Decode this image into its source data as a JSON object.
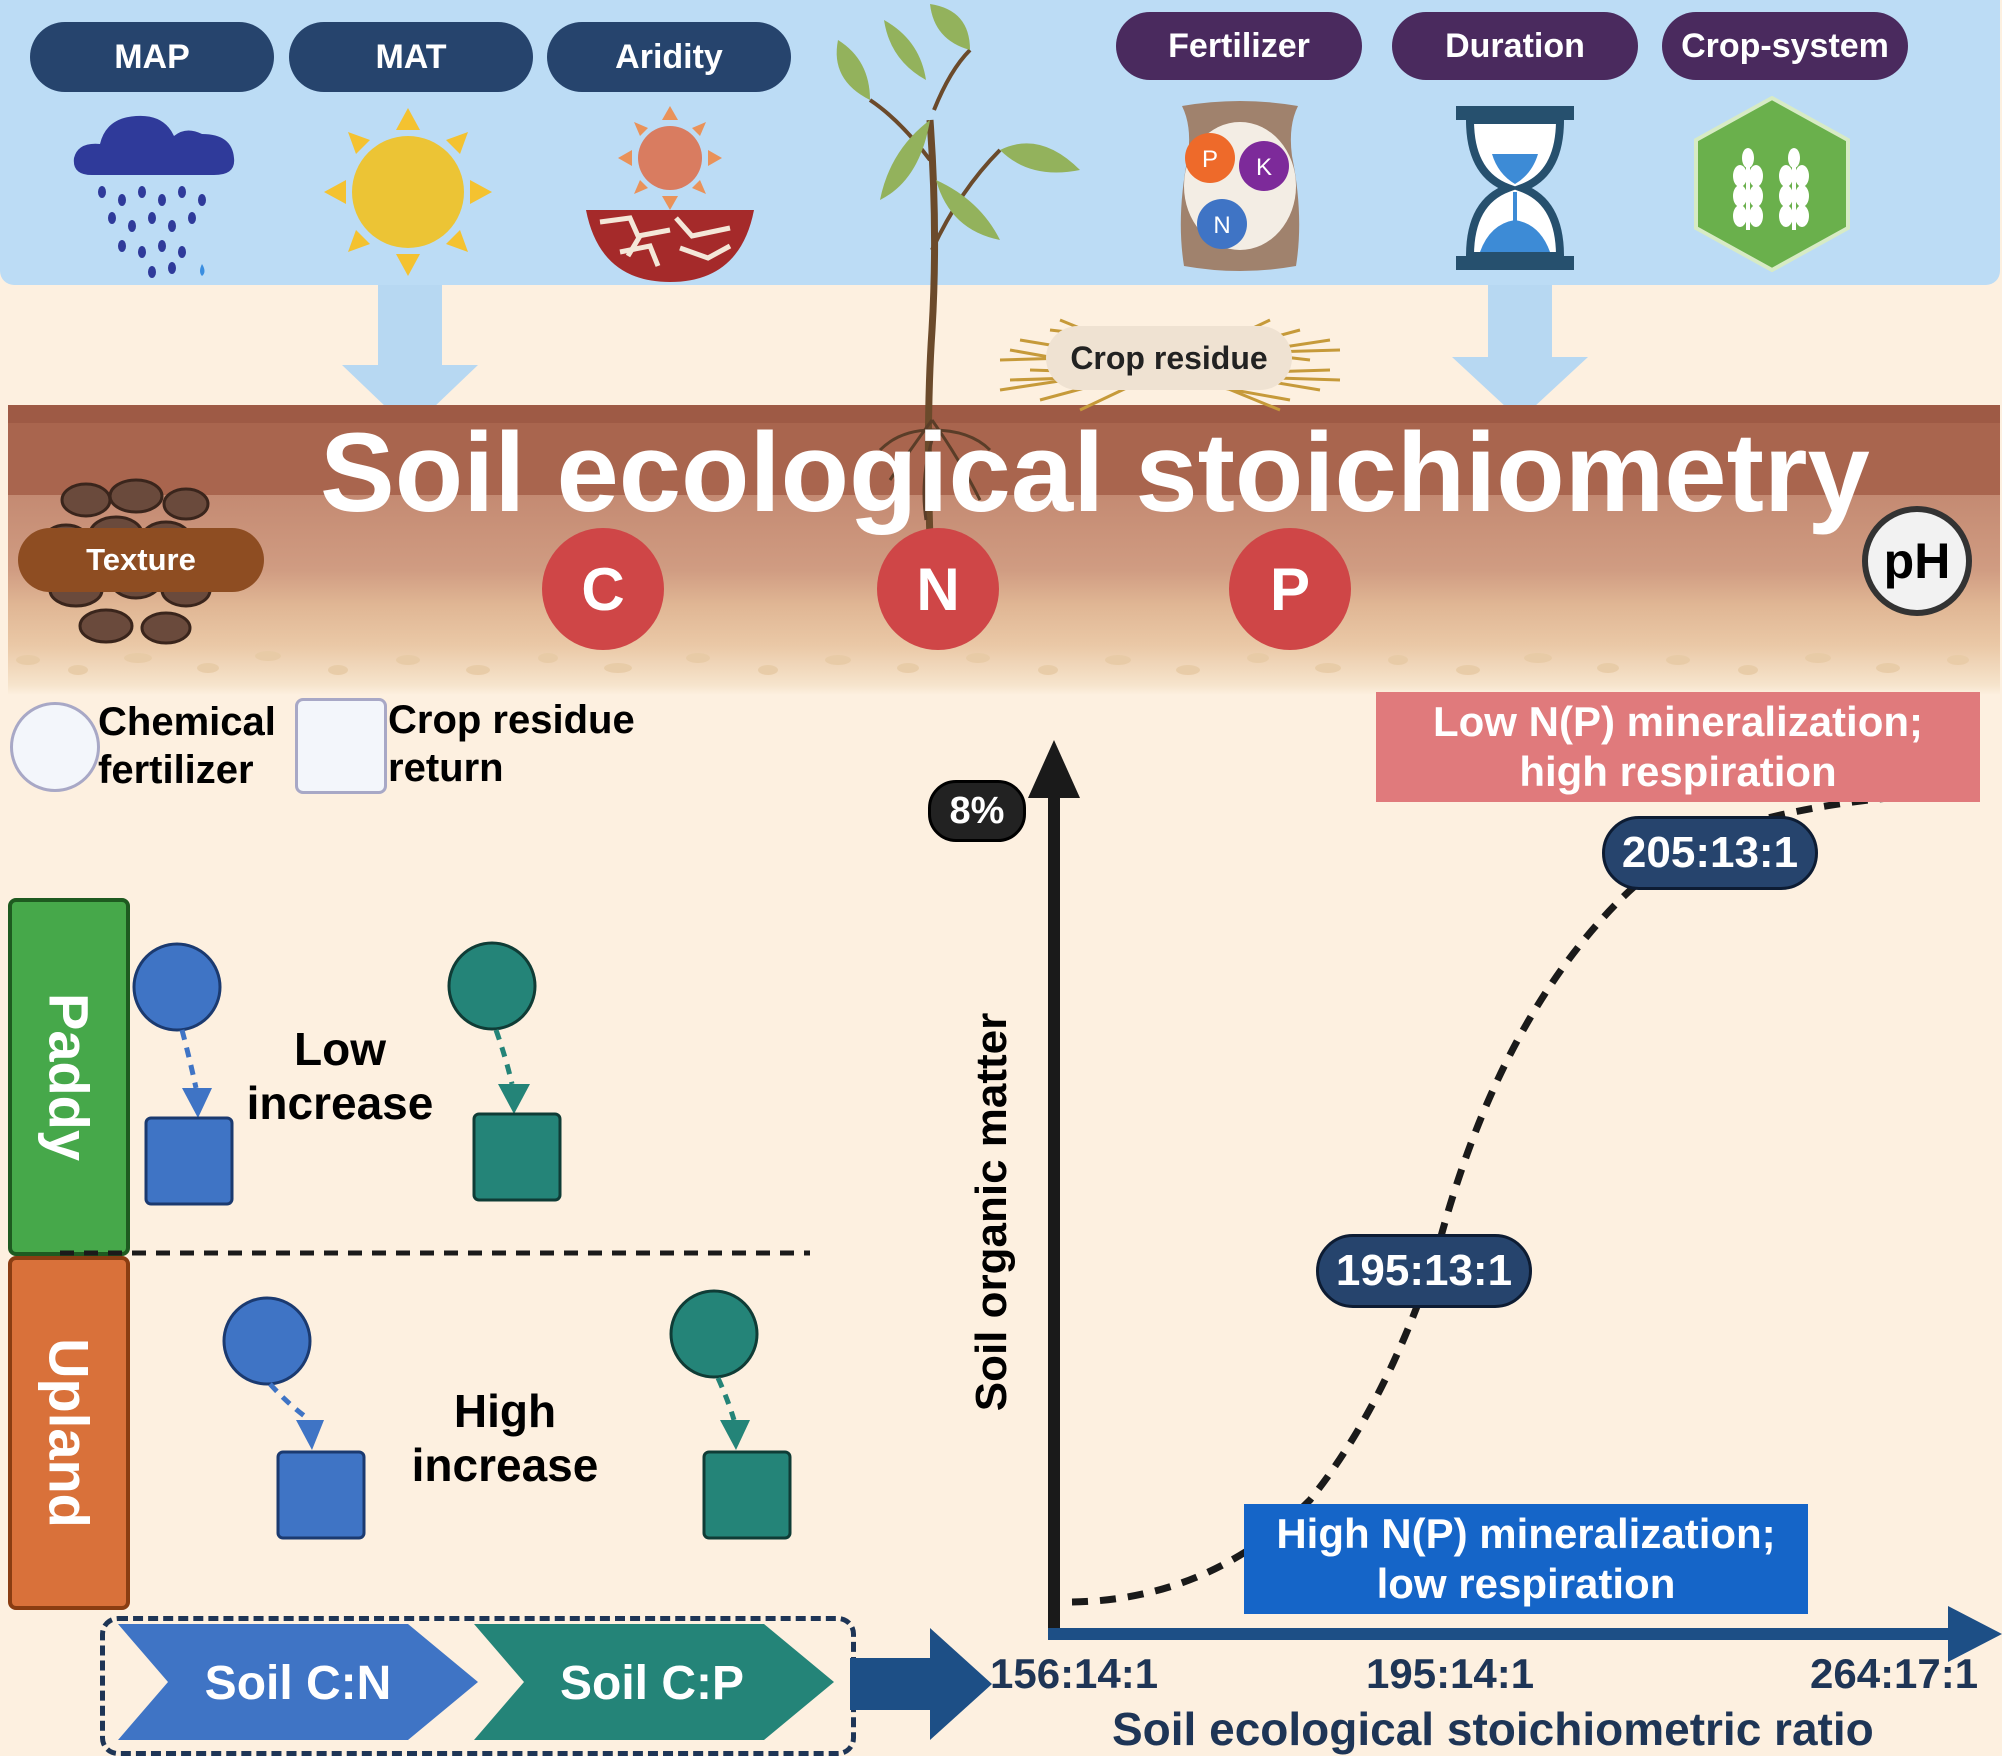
{
  "climate_factors": [
    "MAP",
    "MAT",
    "Aridity"
  ],
  "management_factors": [
    "Fertilizer",
    "Duration",
    "Crop-system"
  ],
  "fertilizer_nutrients": [
    "P",
    "K",
    "N"
  ],
  "crop_residue_label": "Crop residue",
  "main_title": "Soil ecological stoichiometry",
  "texture_label": "Texture",
  "elements": [
    "C",
    "N",
    "P"
  ],
  "ph_label": "pH",
  "legend": {
    "chemical_fertilizer": [
      "Chemical",
      "fertilizer"
    ],
    "crop_residue_return": [
      "Crop residue",
      "return"
    ]
  },
  "paddy": {
    "label": "Paddy",
    "effect": [
      "Low",
      "increase"
    ]
  },
  "upland": {
    "label": "Upland",
    "effect": [
      "High",
      "increase"
    ]
  },
  "ratio_arrows": [
    "Soil C:N",
    "Soil C:P"
  ],
  "chart": {
    "y_axis_label": "Soil organic matter",
    "x_axis_label": "Soil ecological stoichiometric ratio",
    "y_max_label": "8%",
    "x_ticks": [
      "156:14:1",
      "195:14:1",
      "264:17:1"
    ],
    "ratio_labels": [
      "195:13:1",
      "205:13:1"
    ],
    "top_box": [
      "Low N(P) mineralization;",
      "high respiration"
    ],
    "bottom_box": [
      "High N(P) mineralization;",
      "low respiration"
    ]
  },
  "colors": {
    "sky": "#bcdcf5",
    "soil_dark": "#9a5a45",
    "soil_mid": "#c78e74",
    "element_red": "#cf4647",
    "navy": "#26446d",
    "paddy_green": "#46a84a",
    "upland_orange": "#d9713a",
    "fertilizer_blue": "#3f74c5",
    "residue_teal": "#248478"
  },
  "chart_data": {
    "type": "line",
    "curve_shape": "sigmoidal increase",
    "x_categories": [
      "156:14:1",
      "195:14:1",
      "264:17:1"
    ],
    "y_max": "8%",
    "annotated_points": [
      "195:13:1",
      "205:13:1"
    ],
    "xlabel": "Soil ecological stoichiometric ratio",
    "ylabel": "Soil organic matter"
  }
}
